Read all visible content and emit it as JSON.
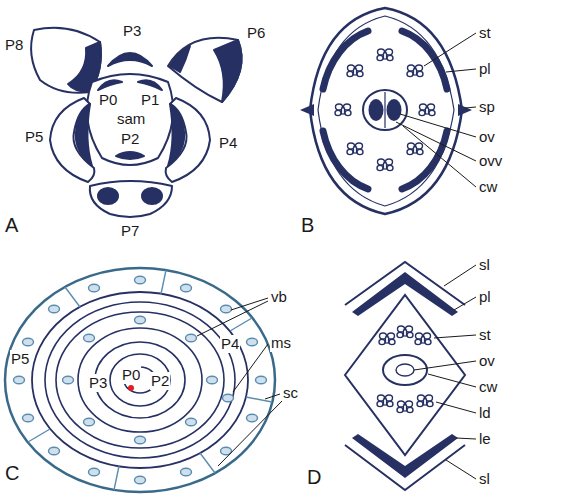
{
  "diagram": {
    "labels": [
      "P8",
      "P3",
      "P6",
      "P0",
      "P1",
      "sam",
      "P5",
      "P2",
      "P4",
      "P7",
      "A",
      "st",
      "pl",
      "sp",
      "ov",
      "ovv",
      "cw",
      "B",
      "vb",
      "P5",
      "P3",
      "P0",
      "P2",
      "P4",
      "ms",
      "sc",
      "C",
      "sl",
      "pl",
      "st",
      "ov",
      "cw",
      "ld",
      "le",
      "sl",
      "D"
    ]
  }
}
